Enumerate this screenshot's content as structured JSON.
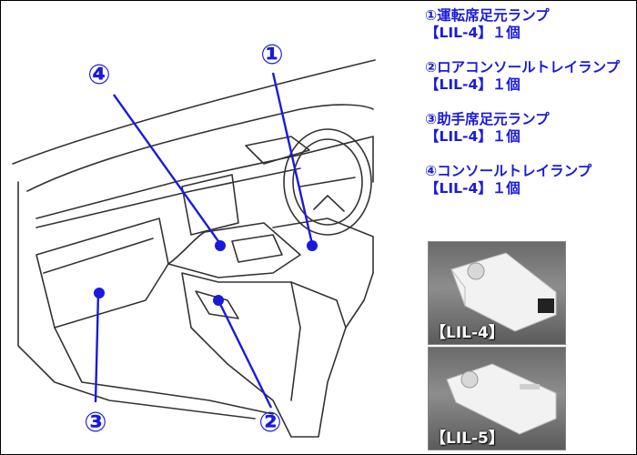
{
  "callouts": [
    {
      "label": "①"
    },
    {
      "label": "②"
    },
    {
      "label": "③"
    },
    {
      "label": "④"
    }
  ],
  "legend": [
    {
      "name": "①運転席足元ランプ",
      "spec": "【LIL-4】１個"
    },
    {
      "name": "②ロアコンソールトレイランプ",
      "spec": "【LIL-4】１個"
    },
    {
      "name": "③助手席足元ランプ",
      "spec": "【LIL-4】１個"
    },
    {
      "name": "④コンソールトレイランプ",
      "spec": "【LIL-4】１個"
    }
  ],
  "photos": [
    {
      "caption": "【LIL-4】"
    },
    {
      "caption": "【LIL-5】"
    }
  ],
  "colors": {
    "accent": "#1a1adc",
    "line": "#333333"
  }
}
